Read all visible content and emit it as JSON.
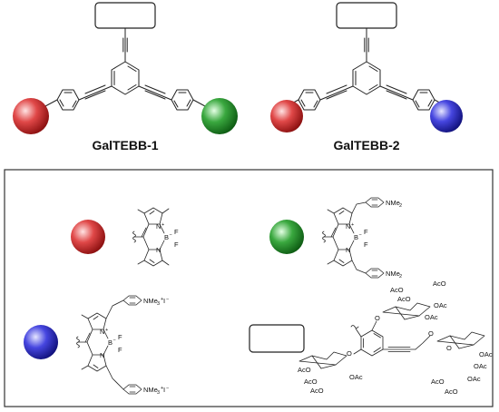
{
  "compounds": [
    {
      "label": "GalTEBB-1",
      "left_ball": "#d12b2b",
      "right_ball": "#2e9a35"
    },
    {
      "label": "GalTEBB-2",
      "left_ball": "#d12b2b",
      "right_ball": "#3a3ad8"
    }
  ],
  "legend": {
    "ball_colors": {
      "red": "#d12b2b",
      "green": "#2e9a35",
      "blue": "#3a3ad8"
    },
    "atoms": {
      "n_plus": "N+",
      "n": "N",
      "b_minus": "B−",
      "f": "F",
      "nme2": "NMe2",
      "nme3i": "NMe3+I−",
      "aco": "AcO",
      "oac": "OAc",
      "o": "O"
    }
  }
}
